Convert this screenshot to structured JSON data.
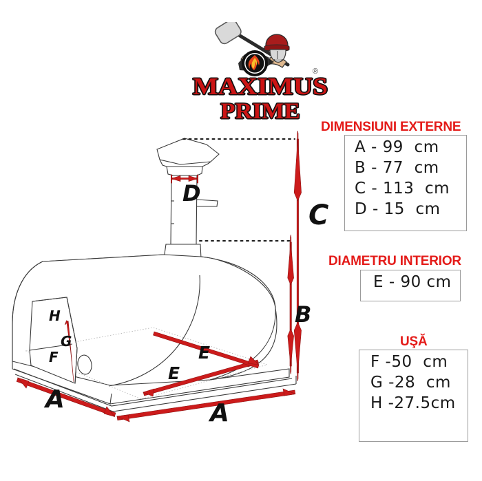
{
  "logo": {
    "mark_icon": "gladiator-with-pizza-peel-and-flame-emblem",
    "word_top": "MAXIMUS",
    "word_bottom": "PRIME",
    "registered_symbol": "®"
  },
  "panels": [
    {
      "id": "externe",
      "heading": "DIMENSIUNI EXTERNE",
      "lines": [
        "A - 99  cm",
        "B - 77  cm",
        "C - 113  cm",
        "D - 15  cm"
      ]
    },
    {
      "id": "diametru",
      "heading": "DIAMETRU INTERIOR",
      "lines": [
        "E - 90 cm"
      ]
    },
    {
      "id": "usa",
      "heading": "UŞĂ",
      "lines": [
        "F -50  cm",
        "G -28  cm",
        "H -27.5cm"
      ]
    }
  ],
  "drawing": {
    "subject": "wood-fired-pizza-oven-dimension-drawing",
    "labels": {
      "a_left": "A",
      "a_right": "A",
      "b": "B",
      "c": "C",
      "d": "D",
      "e_front": "E",
      "e_side": "E",
      "f": "F",
      "g": "G",
      "h": "H"
    }
  },
  "colors": {
    "accent_red": "#e41b19",
    "arrow_red": "#cc1b1b",
    "outline_gray": "#3a3a3a",
    "box_border": "#9a9a9a",
    "text_black": "#1a1a1a",
    "logo_red": "#cc1414"
  }
}
